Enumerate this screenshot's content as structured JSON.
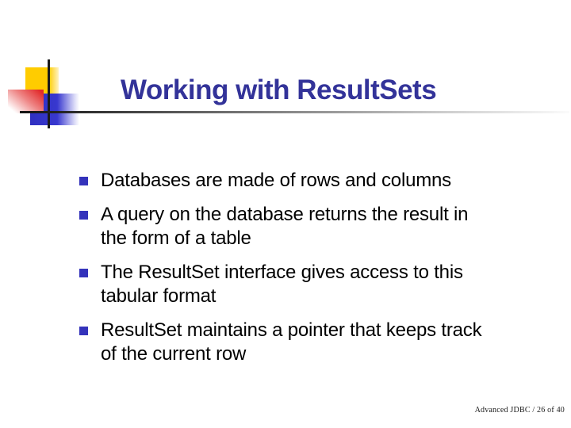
{
  "title": "Working with ResultSets",
  "bullets": [
    {
      "text": "Databases are made of rows and columns"
    },
    {
      "text": "A query on the database returns the result in\nthe form of a table"
    },
    {
      "text": "The ResultSet interface gives access to this\ntabular format"
    },
    {
      "text": "ResultSet maintains a pointer that keeps track\nof the current row"
    }
  ],
  "footer": {
    "text": "Advanced JDBC / 26 of 40"
  },
  "colors": {
    "title": "#333399",
    "bullet_square": "#3433bb",
    "accent_yellow": "#ffcc00",
    "accent_red": "#e22b2b",
    "accent_blue": "#3333cc",
    "line": "#1a1a1a"
  }
}
